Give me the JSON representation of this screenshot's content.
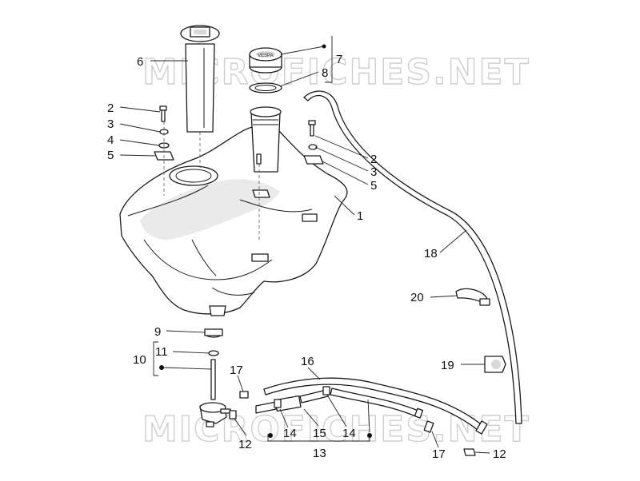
{
  "watermark": "MICROFICHES.NET",
  "labels": {
    "tank": "1",
    "bolt_left": "2",
    "washer_left": "3",
    "spacer_left": "4",
    "clip_left": "5",
    "filler_neck": "6",
    "cap_group": "7",
    "gasket": "8",
    "clamp_9": "9",
    "tap_group": "10",
    "oring_11": "11",
    "bolt_right": "2",
    "washer_right": "3",
    "clip_right": "5",
    "clip_12_left": "12",
    "clip_12_right": "12",
    "hose_group": "13",
    "clamp_14_left": "14",
    "clamp_14_right": "14",
    "filter_15": "15",
    "hose_16": "16",
    "clip_17_left": "17",
    "clip_17_right": "17",
    "breather_hose": "18",
    "holder_19": "19",
    "strap_20": "20"
  },
  "cap_text": "VESPA"
}
